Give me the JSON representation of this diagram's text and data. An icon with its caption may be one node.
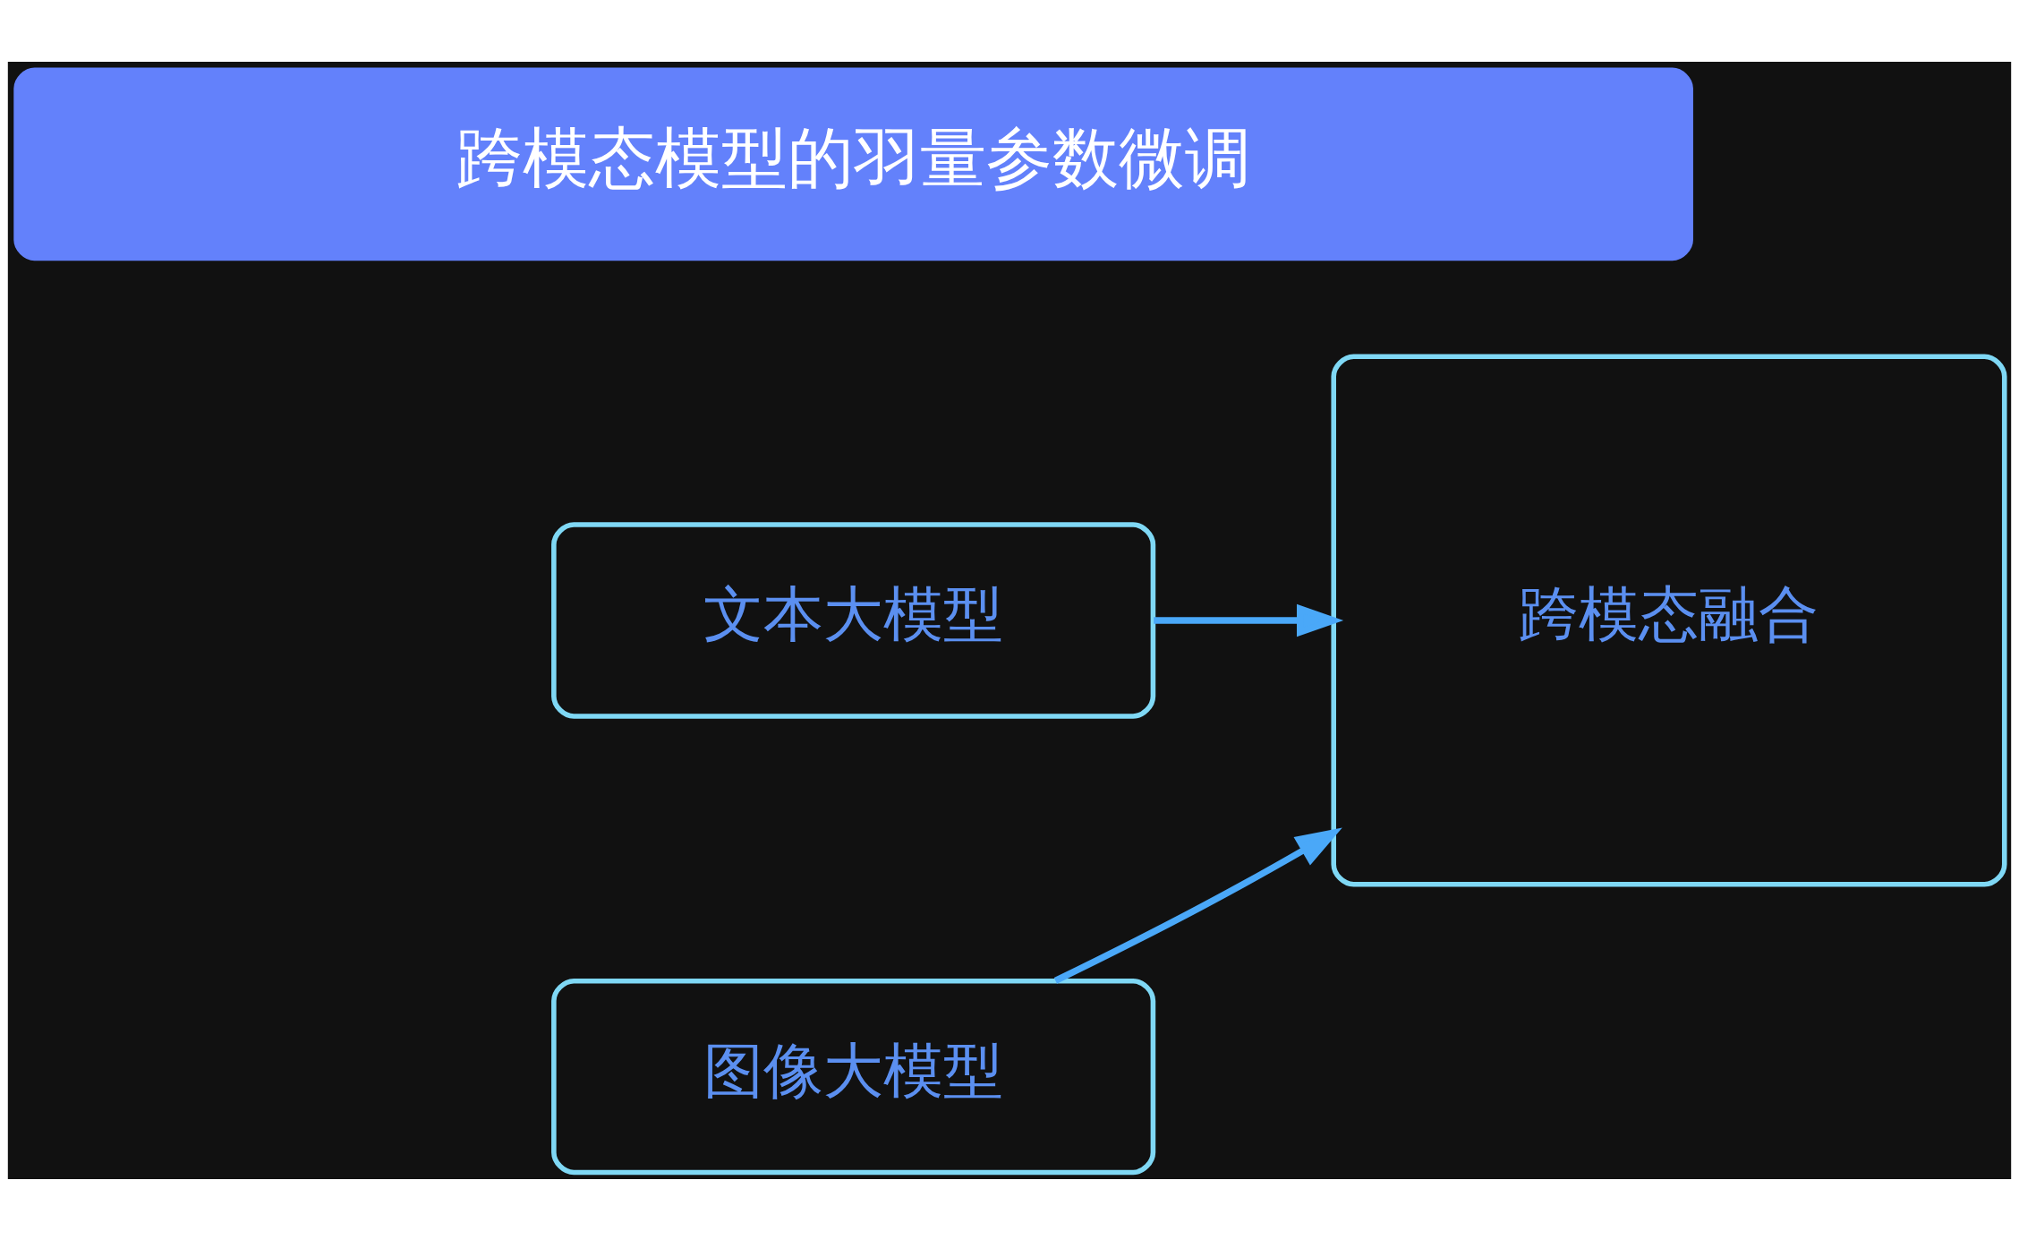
{
  "diagram": {
    "nodes": [
      {
        "text": [
          "跨模态模型的羽量参数微调"
        ]
      },
      {
        "text": [
          "文本大模型"
        ]
      },
      {
        "text": [
          "图像大模型"
        ]
      },
      {
        "text": [
          "跨模态融合"
        ]
      }
    ],
    "edges": [
      {
        "from": 1,
        "to": 3,
        "arrow": "to"
      },
      {
        "from": 2,
        "to": 3,
        "arrow": "to"
      }
    ]
  }
}
